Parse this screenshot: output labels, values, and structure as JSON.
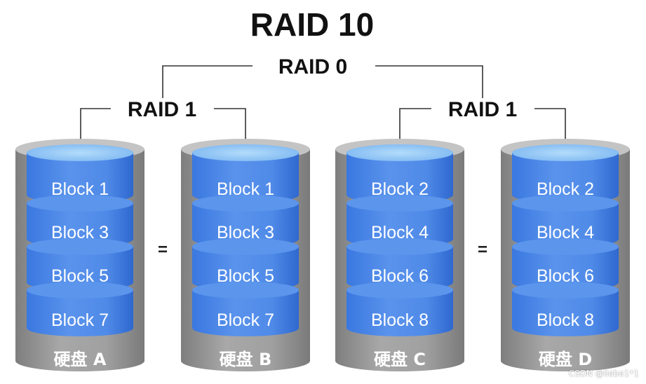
{
  "title": "RAID 10",
  "raid0_label": "RAID 0",
  "groups": [
    {
      "label": "RAID 1",
      "equals": "="
    },
    {
      "label": "RAID 1",
      "equals": "="
    }
  ],
  "disks": [
    {
      "label": "硬盘 A",
      "blocks": [
        "Block 1",
        "Block 3",
        "Block 5",
        "Block 7"
      ]
    },
    {
      "label": "硬盘 B",
      "blocks": [
        "Block 1",
        "Block 3",
        "Block 5",
        "Block 7"
      ]
    },
    {
      "label": "硬盘 C",
      "blocks": [
        "Block 2",
        "Block 4",
        "Block 6",
        "Block 8"
      ]
    },
    {
      "label": "硬盘 D",
      "blocks": [
        "Block 2",
        "Block 4",
        "Block 6",
        "Block 8"
      ]
    }
  ],
  "watermark": "CSDN @liebe1*1",
  "colors": {
    "disk_outer": "#9a9a9a",
    "disk_outer_dark": "#7f7f7f",
    "disk_top": "#c9c9c9",
    "block_fill": "#4d88e8",
    "block_dark": "#2f6ed6",
    "block_top": "#8fc4f5",
    "line": "#333333"
  }
}
